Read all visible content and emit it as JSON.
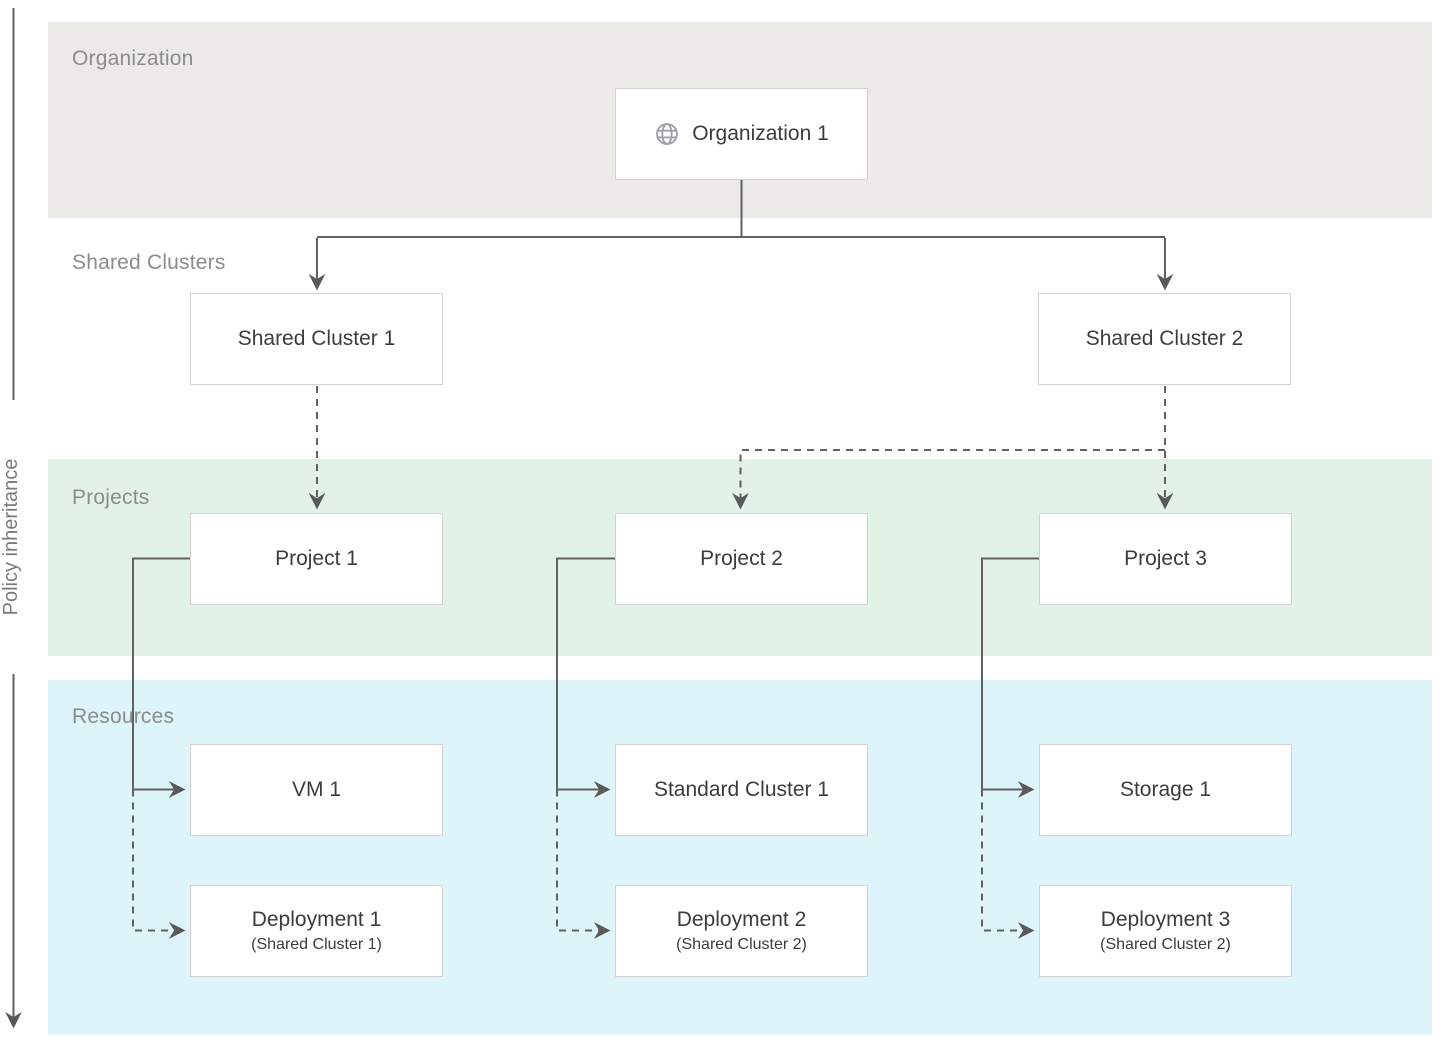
{
  "policy_rail": {
    "label": "Policy inheritance"
  },
  "bands": {
    "organization": {
      "label": "Organization"
    },
    "shared_clusters": {
      "label": "Shared Clusters"
    },
    "projects": {
      "label": "Projects"
    },
    "resources": {
      "label": "Resources"
    }
  },
  "nodes": {
    "organization1": {
      "label": "Organization 1",
      "icon": "globe-icon"
    },
    "shared_cluster1": {
      "label": "Shared Cluster 1"
    },
    "shared_cluster2": {
      "label": "Shared Cluster 2"
    },
    "project1": {
      "label": "Project 1"
    },
    "project2": {
      "label": "Project 2"
    },
    "project3": {
      "label": "Project 3"
    },
    "vm1": {
      "label": "VM 1"
    },
    "standard_cluster1": {
      "label": "Standard Cluster 1"
    },
    "storage1": {
      "label": "Storage 1"
    },
    "deployment1": {
      "label": "Deployment 1",
      "sublabel": "(Shared Cluster 1)"
    },
    "deployment2": {
      "label": "Deployment 2",
      "sublabel": "(Shared Cluster 2)"
    },
    "deployment3": {
      "label": "Deployment 3",
      "sublabel": "(Shared Cluster 2)"
    }
  },
  "edges": [
    {
      "from": "organization1",
      "to": "shared_cluster1",
      "style": "solid"
    },
    {
      "from": "organization1",
      "to": "shared_cluster2",
      "style": "solid"
    },
    {
      "from": "shared_cluster1",
      "to": "project1",
      "style": "dashed"
    },
    {
      "from": "shared_cluster2",
      "to": "project2",
      "style": "dashed"
    },
    {
      "from": "shared_cluster2",
      "to": "project3",
      "style": "dashed"
    },
    {
      "from": "project1",
      "to": "vm1",
      "style": "solid"
    },
    {
      "from": "project1",
      "to": "deployment1",
      "style": "dashed"
    },
    {
      "from": "project2",
      "to": "standard_cluster1",
      "style": "solid"
    },
    {
      "from": "project2",
      "to": "deployment2",
      "style": "dashed"
    },
    {
      "from": "project3",
      "to": "storage1",
      "style": "solid"
    },
    {
      "from": "project3",
      "to": "deployment3",
      "style": "dashed"
    }
  ],
  "colors": {
    "organization_band": "#EBEAE7",
    "projects_band": "#E2F2E6",
    "resources_band": "#DEF4FB",
    "node_background": "#FFFFFF",
    "node_border": "#D5D3D1",
    "connector": "#616161",
    "band_label_text": "#8C8C8C",
    "node_text": "#3C3C3C",
    "globe_icon": "#9AA0A6"
  }
}
